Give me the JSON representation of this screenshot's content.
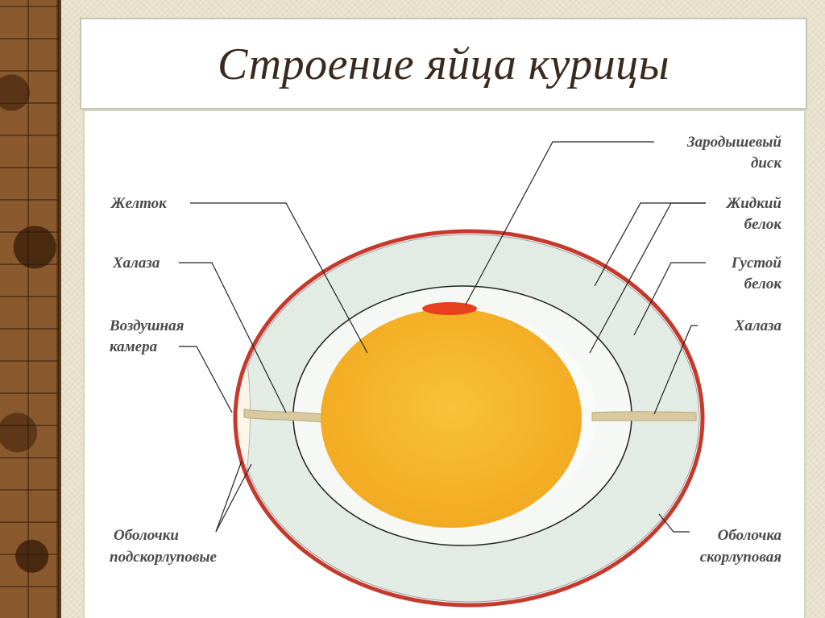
{
  "title": "Строение яйца курицы",
  "labels": {
    "yolk": "Желток",
    "chalaza_left": "Халаза",
    "air_cell_line1": "Воздушная",
    "air_cell_line2": "камера",
    "inner_membranes_line1": "Оболочки",
    "inner_membranes_line2": "подскорлуповые",
    "germinal_disc_line1": "Зародышевый",
    "germinal_disc_line2": "диск",
    "thin_albumen_line1": "Жидкий",
    "thin_albumen_line2": "белок",
    "thick_albumen_line1": "Густой",
    "thick_albumen_line2": "белок",
    "chalaza_right": "Халаза",
    "shell_membrane_line1": "Оболочка",
    "shell_membrane_line2": "скорлуповая"
  },
  "colors": {
    "shell": "#c43a2c",
    "albumen": "#e3ebe5",
    "inner_albumen": "#f4f7f4",
    "yolk": "#f6b52a",
    "germinal_disc": "#e8401f",
    "chalaza": "#d8c9a0"
  }
}
